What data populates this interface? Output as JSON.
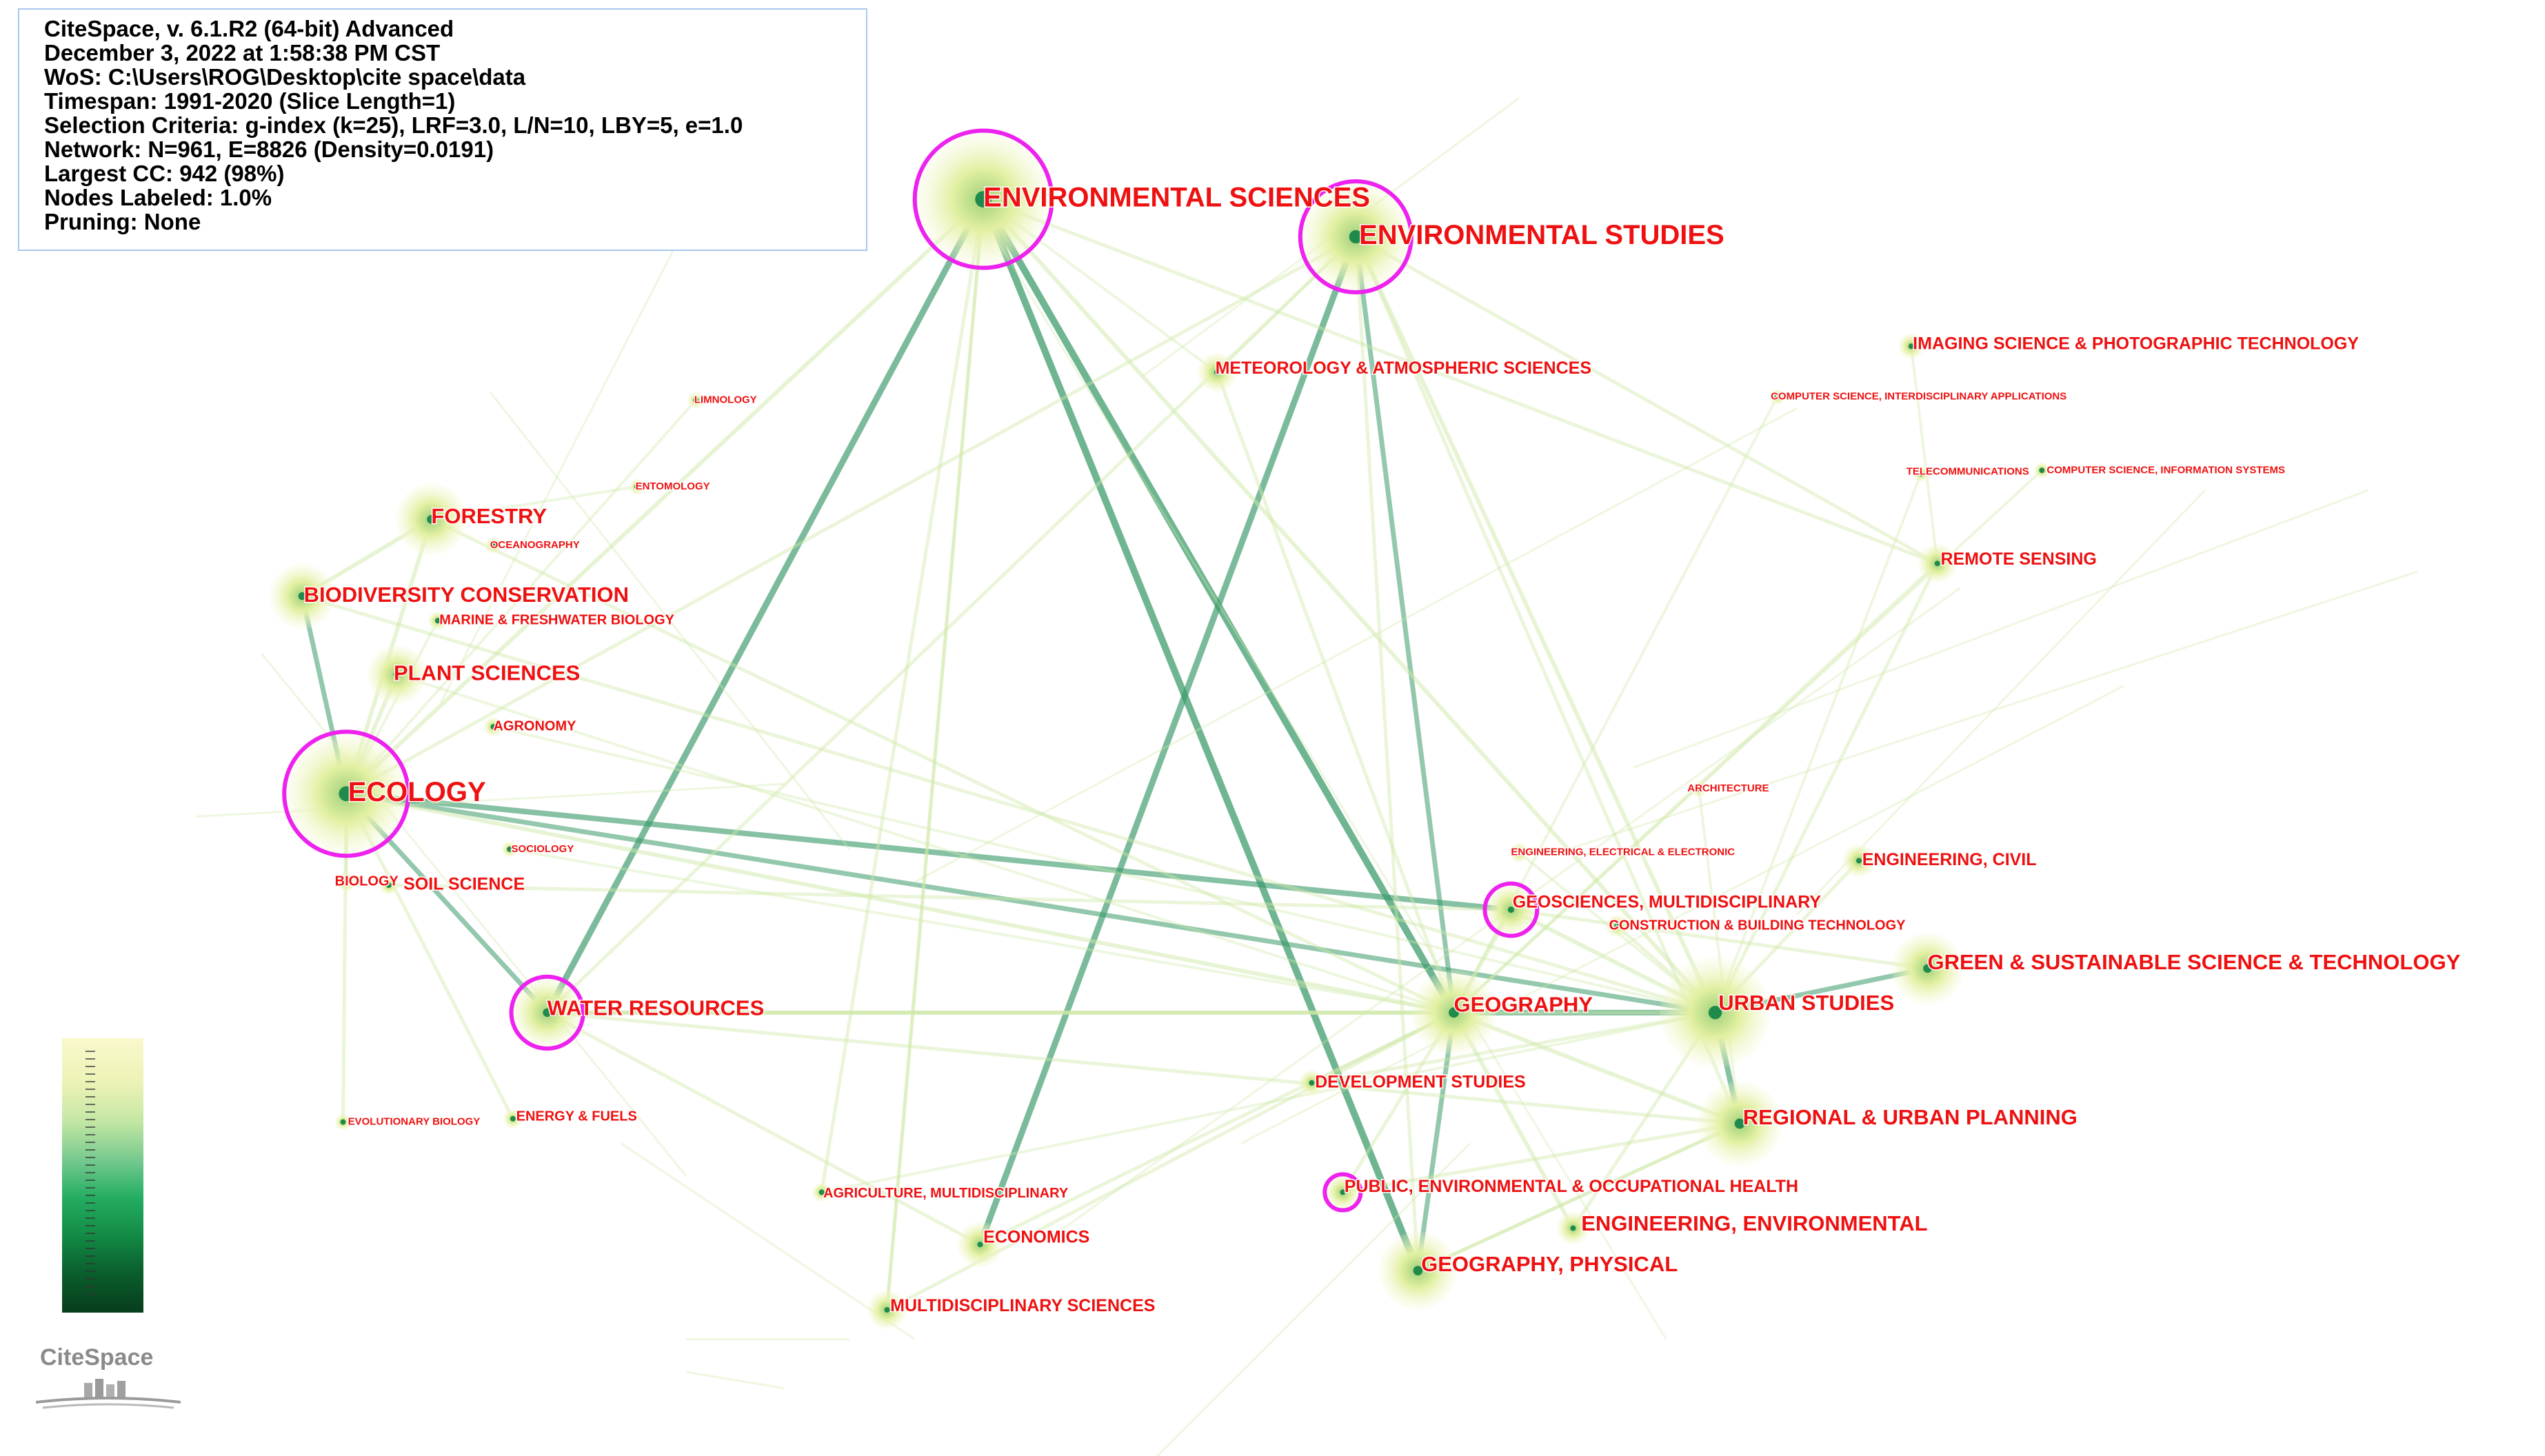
{
  "info": {
    "lines": [
      "CiteSpace, v. 6.1.R2 (64-bit) Advanced",
      "December 3, 2022 at 1:58:38 PM CST",
      "WoS: C:\\Users\\ROG\\Desktop\\cite space\\data",
      "Timespan: 1991-2020 (Slice Length=1)",
      "Selection Criteria: g-index (k=25), LRF=3.0, L/N=10, LBY=5, e=1.0",
      "Network: N=961, E=8826 (Density=0.0191)",
      "Largest CC: 942 (98%)",
      "Nodes Labeled: 1.0%",
      "Pruning: None"
    ]
  },
  "logo": {
    "text": "CiteSpace"
  },
  "colors": {
    "label": "#ee1111",
    "centrality_ring": "#ee22ee",
    "link_dark": "#3a9a6a",
    "link_light": "#cfe8a8",
    "node_halo": "#e8f2a8",
    "node_core": "#1f8a4a"
  },
  "nodes": [
    {
      "label": "ENVIRONMENTAL SCIENCES",
      "size": "xl",
      "ring": true
    },
    {
      "label": "ENVIRONMENTAL STUDIES",
      "size": "xl",
      "ring": true
    },
    {
      "label": "ECOLOGY",
      "size": "xl",
      "ring": true
    },
    {
      "label": "FORESTRY",
      "size": "l",
      "ring": false
    },
    {
      "label": "BIODIVERSITY CONSERVATION",
      "size": "l",
      "ring": false
    },
    {
      "label": "PLANT SCIENCES",
      "size": "l",
      "ring": false
    },
    {
      "label": "LIMNOLOGY",
      "size": "xs",
      "ring": false
    },
    {
      "label": "ENTOMOLOGY",
      "size": "xs",
      "ring": false
    },
    {
      "label": "OCEANOGRAPHY",
      "size": "xs",
      "ring": false
    },
    {
      "label": "MARINE & FRESHWATER BIOLOGY",
      "size": "s",
      "ring": false
    },
    {
      "label": "AGRONOMY",
      "size": "s",
      "ring": false
    },
    {
      "label": "SOCIOLOGY",
      "size": "xs",
      "ring": false
    },
    {
      "label": "BIOLOGY",
      "size": "s",
      "ring": false
    },
    {
      "label": "SOIL SCIENCE",
      "size": "m",
      "ring": false
    },
    {
      "label": "WATER RESOURCES",
      "size": "l",
      "ring": true
    },
    {
      "label": "EVOLUTIONARY BIOLOGY",
      "size": "xs",
      "ring": false
    },
    {
      "label": "ENERGY & FUELS",
      "size": "s",
      "ring": false
    },
    {
      "label": "METEOROLOGY & ATMOSPHERIC SCIENCES",
      "size": "m",
      "ring": false
    },
    {
      "label": "IMAGING SCIENCE & PHOTOGRAPHIC TECHNOLOGY",
      "size": "m",
      "ring": false
    },
    {
      "label": "COMPUTER SCIENCE, INTERDISCIPLINARY APPLICATIONS",
      "size": "xs",
      "ring": false
    },
    {
      "label": "TELECOMMUNICATIONS",
      "size": "xs",
      "ring": false
    },
    {
      "label": "COMPUTER SCIENCE, INFORMATION SYSTEMS",
      "size": "xs",
      "ring": false
    },
    {
      "label": "REMOTE SENSING",
      "size": "m",
      "ring": false
    },
    {
      "label": "ARCHITECTURE",
      "size": "xs",
      "ring": false
    },
    {
      "label": "ENGINEERING, ELECTRICAL & ELECTRONIC",
      "size": "xs",
      "ring": false
    },
    {
      "label": "ENGINEERING, CIVIL",
      "size": "m",
      "ring": false
    },
    {
      "label": "GEOSCIENCES, MULTIDISCIPLINARY",
      "size": "m",
      "ring": true
    },
    {
      "label": "CONSTRUCTION & BUILDING TECHNOLOGY",
      "size": "s",
      "ring": false
    },
    {
      "label": "GREEN & SUSTAINABLE SCIENCE & TECHNOLOGY",
      "size": "l",
      "ring": false
    },
    {
      "label": "GEOGRAPHY",
      "size": "l",
      "ring": false
    },
    {
      "label": "URBAN STUDIES",
      "size": "l",
      "ring": false
    },
    {
      "label": "REGIONAL & URBAN PLANNING",
      "size": "l",
      "ring": false
    },
    {
      "label": "DEVELOPMENT STUDIES",
      "size": "m",
      "ring": false
    },
    {
      "label": "PUBLIC, ENVIRONMENTAL & OCCUPATIONAL HEALTH",
      "size": "m",
      "ring": true
    },
    {
      "label": "ENGINEERING, ENVIRONMENTAL",
      "size": "l",
      "ring": false
    },
    {
      "label": "GEOGRAPHY, PHYSICAL",
      "size": "l",
      "ring": false
    },
    {
      "label": "AGRICULTURE, MULTIDISCIPLINARY",
      "size": "s",
      "ring": false
    },
    {
      "label": "ECONOMICS",
      "size": "m",
      "ring": false
    },
    {
      "label": "MULTIDISCIPLINARY SCIENCES",
      "size": "m",
      "ring": false
    }
  ]
}
